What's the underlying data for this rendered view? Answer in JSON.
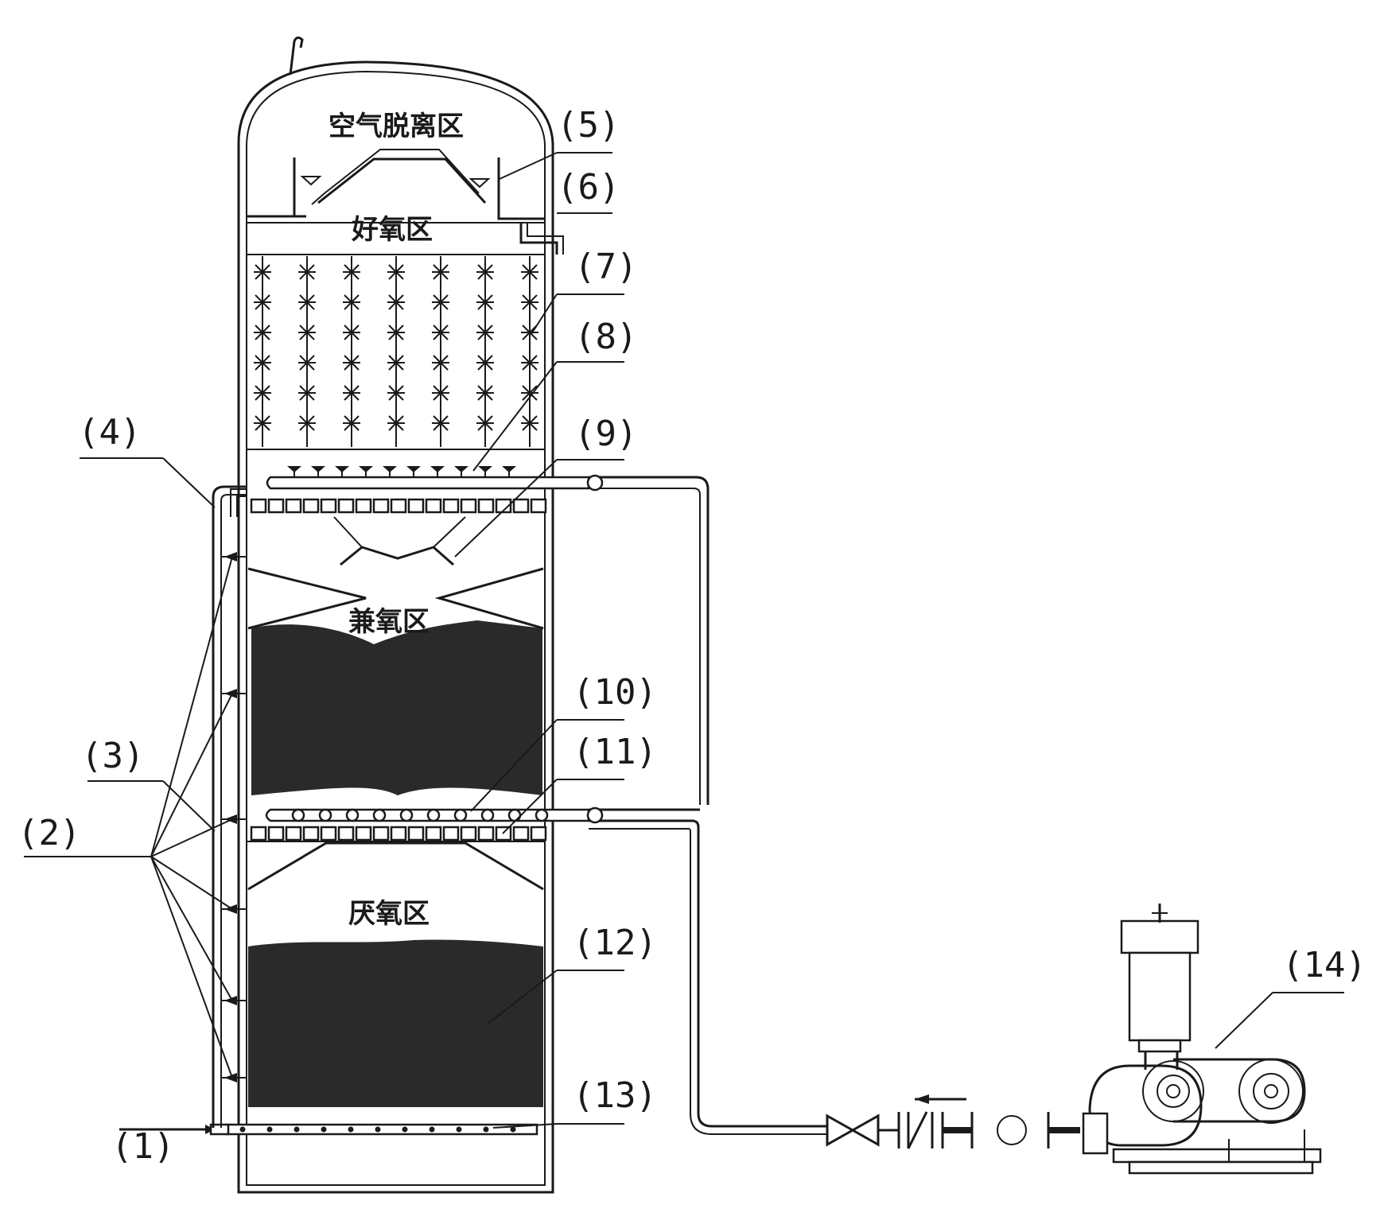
{
  "zones": {
    "air_separation": "空气脱离区",
    "aerobic": "好氧区",
    "facultative": "兼氧区",
    "anaerobic": "厌氧区"
  },
  "callouts": [
    "(1)",
    "(2)",
    "(3)",
    "(4)",
    "(5)",
    "(6)",
    "(7)",
    "(8)",
    "(9)",
    "(10)",
    "(11)",
    "(12)",
    "(13)",
    "(14)"
  ]
}
